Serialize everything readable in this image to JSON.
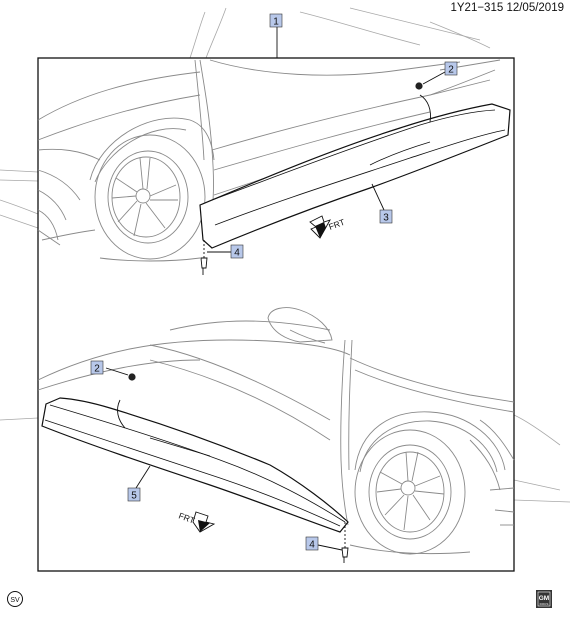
{
  "header": {
    "doc_id": "1Y21−315  12/05/2019"
  },
  "callouts": {
    "c1": "1",
    "c2_top": "2",
    "c3": "3",
    "c4_top": "4",
    "c2_bottom": "2",
    "c5": "5",
    "c4_bottom": "4"
  },
  "frt": {
    "top": "FRT",
    "bottom": "FRT"
  },
  "footer": {
    "sv_label": "SV",
    "gm_line1": "GM",
    "gm_line2": "DOCS"
  },
  "colors": {
    "callout_fill": "#b8c8ea",
    "line": "#222222",
    "sketch": "#9a9a9a"
  }
}
